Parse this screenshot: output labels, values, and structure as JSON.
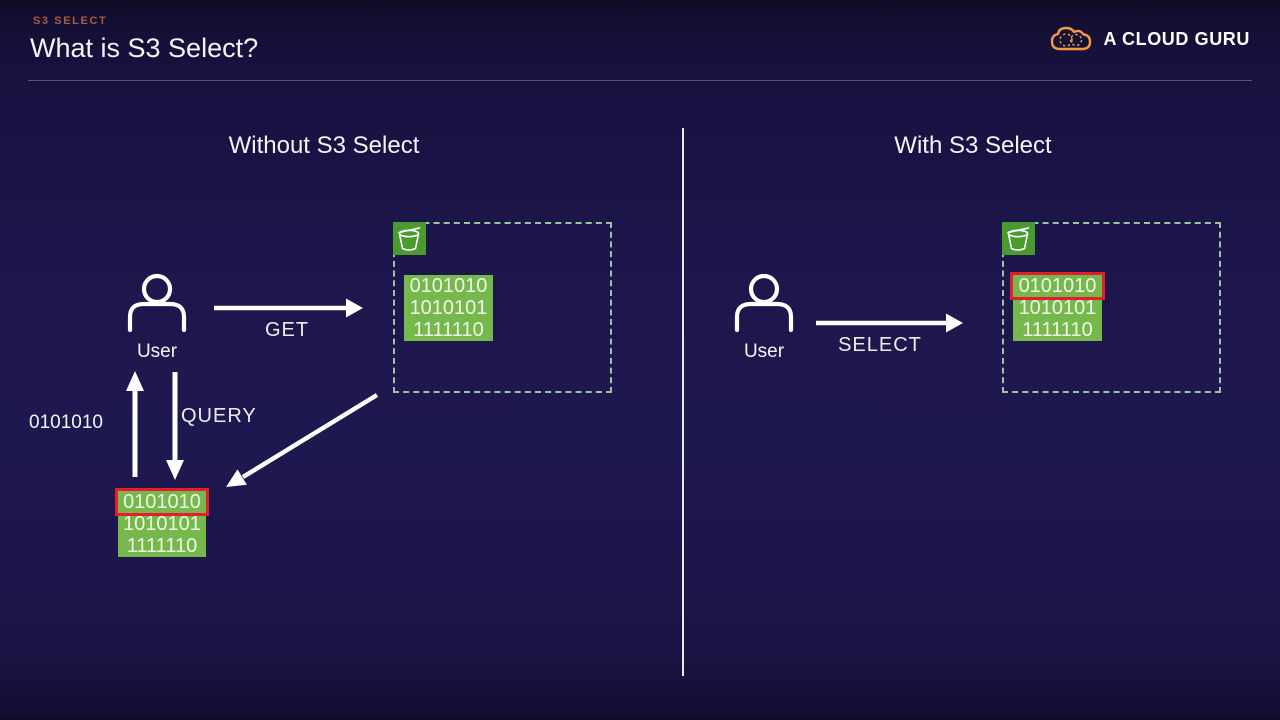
{
  "header": {
    "eyebrow": "S3 SELECT",
    "title": "What is S3 Select?"
  },
  "brand": {
    "name": "A CLOUD GURU"
  },
  "left_panel": {
    "title": "Without S3 Select",
    "user_label": "User",
    "request_label": "GET",
    "query_label": "QUERY",
    "filtered_bits_label": "0101010",
    "storage_block": {
      "rows": [
        "0101010",
        "1010101",
        "1111110"
      ],
      "highlighted_row": null
    },
    "downloaded_block": {
      "rows": [
        "0101010",
        "1010101",
        "1111110"
      ],
      "highlighted_row": 0
    }
  },
  "right_panel": {
    "title": "With S3 Select",
    "user_label": "User",
    "request_label": "SELECT",
    "storage_block": {
      "rows": [
        "0101010",
        "1010101",
        "1111110"
      ],
      "highlighted_row": 0
    }
  },
  "icons": {
    "cloud": "cloud-icon",
    "user": "user-icon",
    "bucket": "s3-bucket-icon"
  },
  "colors": {
    "background_top": "#120d2c",
    "background_mid": "#1e1850",
    "eyebrow": "#a85a41",
    "brand_orange": "#f49b42",
    "block_green": "#76b84c",
    "bucket_green": "#4a9a2f",
    "dashed_border": "#9dc4a0",
    "highlight_red": "#e61b2d",
    "text_white": "#f4f4f6",
    "divider_white": "#e9e9f2"
  }
}
